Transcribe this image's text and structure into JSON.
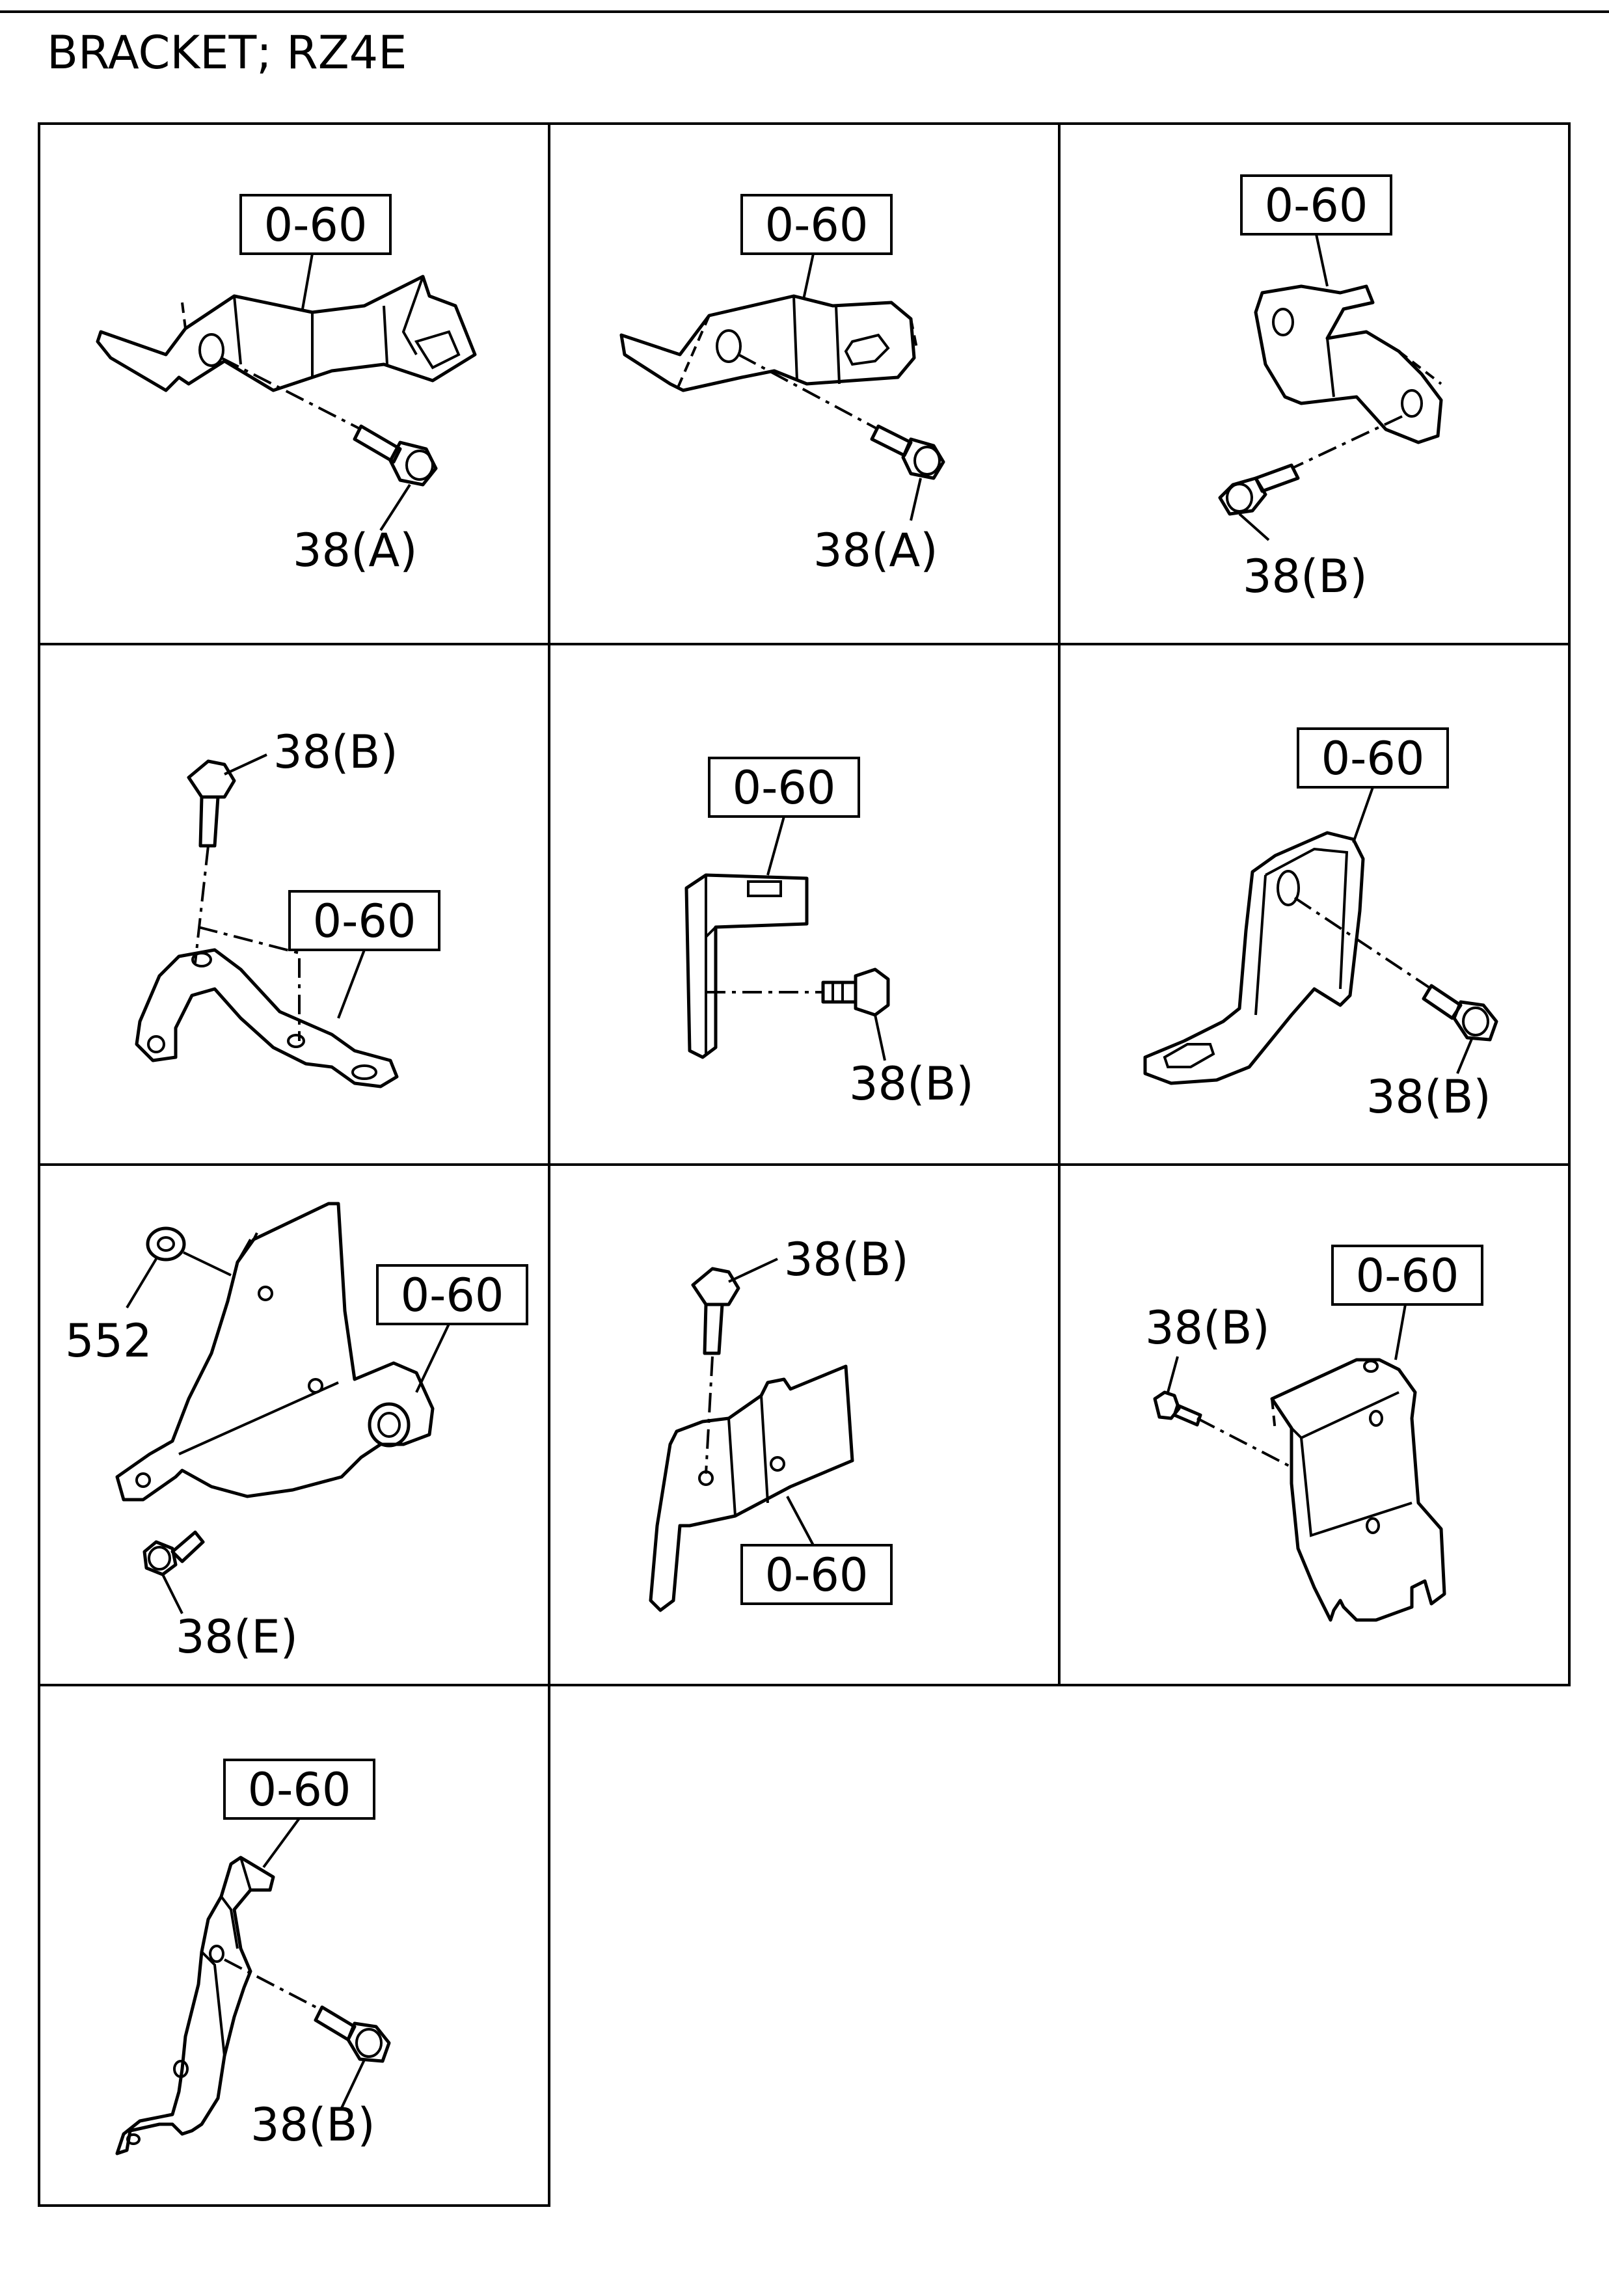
{
  "title": "BRACKET; RZ4E",
  "cells": [
    {
      "ref": "0-60",
      "fastener": "38(A)"
    },
    {
      "ref": "0-60",
      "fastener": "38(A)"
    },
    {
      "ref": "0-60",
      "fastener": "38(B)"
    },
    {
      "ref": "0-60",
      "fastener": "38(B)"
    },
    {
      "ref": "0-60",
      "fastener": "38(B)"
    },
    {
      "ref": "0-60",
      "fastener": "38(B)"
    },
    {
      "ref": "0-60",
      "fastener": "38(E)",
      "nut": "552"
    },
    {
      "ref": "0-60",
      "fastener": "38(B)"
    },
    {
      "ref": "0-60",
      "fastener": "38(B)"
    },
    {
      "ref": "0-60",
      "fastener": "38(B)"
    }
  ]
}
